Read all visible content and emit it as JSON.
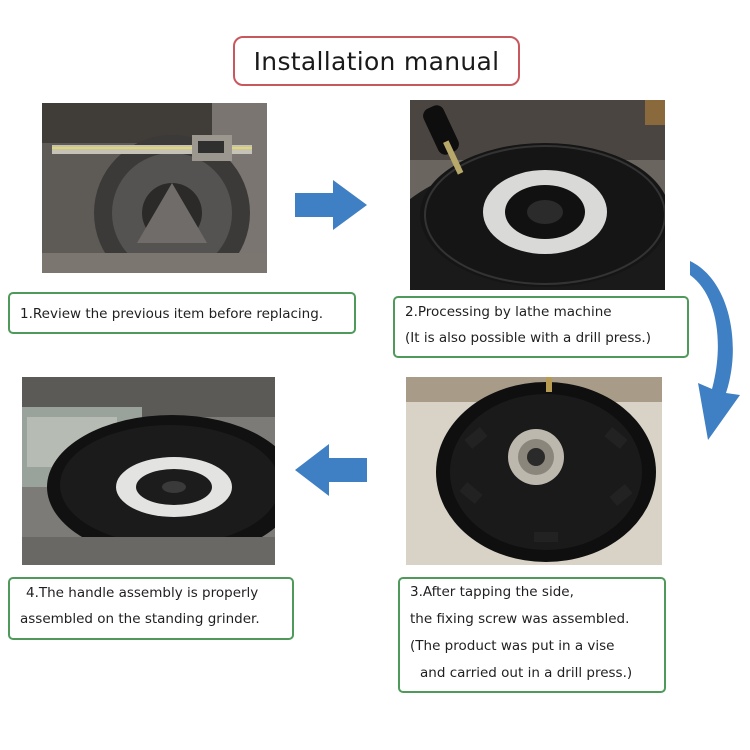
{
  "title": "Installation manual",
  "steps": [
    {
      "lines": [
        "1.Review the previous item before replacing."
      ]
    },
    {
      "lines": [
        "2.Processing by lathe machine",
        "(It is also possible with a drill press.)"
      ]
    },
    {
      "lines": [
        "3.After tapping the side,",
        "the fixing screw was assembled.",
        "(The product was put in a vise",
        "and carried out in a drill press.)"
      ]
    },
    {
      "lines": [
        "4.The handle assembly is properly",
        "assembled on the standing grinder."
      ]
    }
  ],
  "colors": {
    "title_border": "#c9585e",
    "caption_border": "#4f9a5b",
    "arrow": "#3f7fc4"
  }
}
